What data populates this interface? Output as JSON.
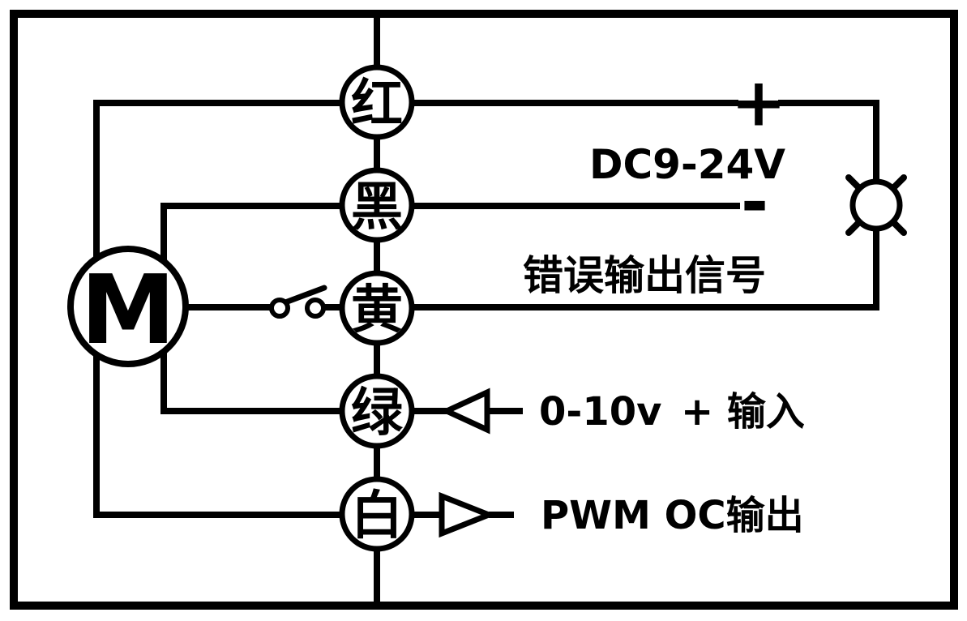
{
  "diagram": {
    "kind": "valve-actuator-wiring-diagram",
    "motor": {
      "label": "M"
    },
    "terminals": [
      {
        "label": "红"
      },
      {
        "label": "黑"
      },
      {
        "label": "黄"
      },
      {
        "label": "绿"
      },
      {
        "label": "白"
      }
    ],
    "power": {
      "plus": "+",
      "minus": "-",
      "voltage": "DC9-24V"
    },
    "signals": {
      "error_output": "错误输出信号",
      "analog_range": "0-10v",
      "analog_label": "+ 输入",
      "pwm_output": "PWM OC输出"
    },
    "colors": {
      "line": "#000000",
      "background": "#ffffff"
    }
  }
}
